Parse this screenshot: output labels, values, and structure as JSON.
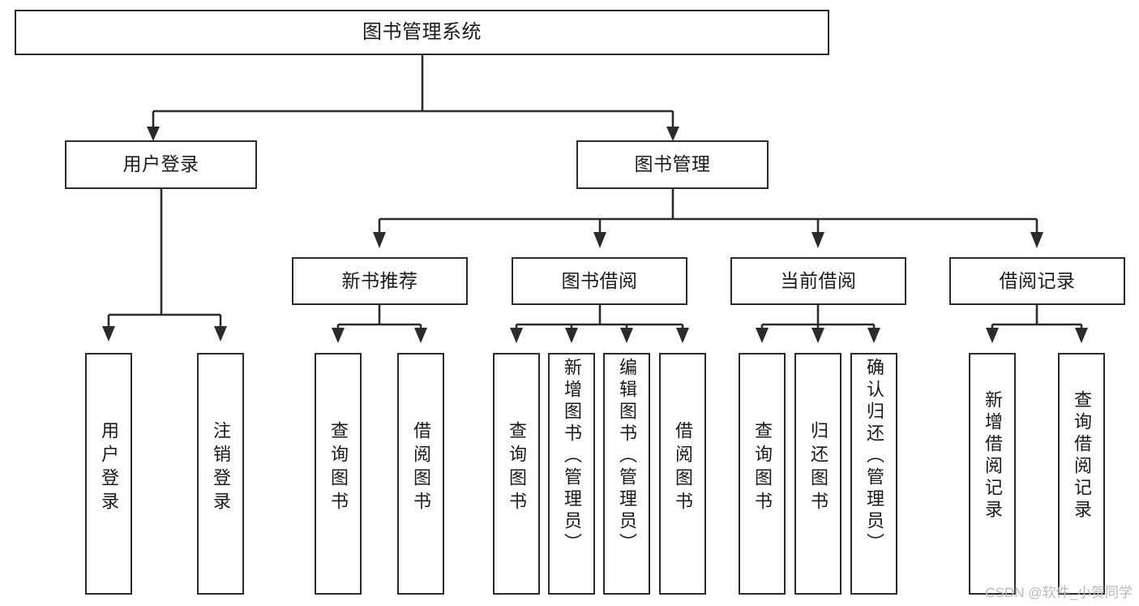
{
  "diagram": {
    "type": "tree",
    "title": "图书管理系统",
    "orientation": "top-down",
    "levels": 4,
    "root": {
      "id": "root",
      "label": "图书管理系统"
    },
    "level2": [
      {
        "id": "user-login",
        "label": "用户登录"
      },
      {
        "id": "book-manage",
        "label": "图书管理"
      }
    ],
    "level3": [
      {
        "id": "new-book-recommend",
        "label": "新书推荐",
        "parent": "book-manage"
      },
      {
        "id": "book-borrow",
        "label": "图书借阅",
        "parent": "book-manage"
      },
      {
        "id": "current-borrow",
        "label": "当前借阅",
        "parent": "book-manage"
      },
      {
        "id": "borrow-record",
        "label": "借阅记录",
        "parent": "book-manage"
      }
    ],
    "leaves": [
      {
        "id": "leaf-user-login",
        "label": "用户登录",
        "parent": "user-login"
      },
      {
        "id": "leaf-logout",
        "label": "注销登录",
        "parent": "user-login"
      },
      {
        "id": "leaf-query-book-1",
        "label": "查询图书",
        "parent": "new-book-recommend"
      },
      {
        "id": "leaf-borrow-book-1",
        "label": "借阅图书",
        "parent": "new-book-recommend"
      },
      {
        "id": "leaf-query-book-2",
        "label": "查询图书",
        "parent": "book-borrow"
      },
      {
        "id": "leaf-add-book",
        "label": "新增图书（管理员）",
        "parent": "book-borrow"
      },
      {
        "id": "leaf-edit-book",
        "label": "编辑图书（管理员）",
        "parent": "book-borrow"
      },
      {
        "id": "leaf-borrow-book-2",
        "label": "借阅图书",
        "parent": "book-borrow"
      },
      {
        "id": "leaf-query-book-3",
        "label": "查询图书",
        "parent": "current-borrow"
      },
      {
        "id": "leaf-return-book",
        "label": "归还图书",
        "parent": "current-borrow"
      },
      {
        "id": "leaf-confirm-return",
        "label": "确认归还（管理员）",
        "parent": "current-borrow"
      },
      {
        "id": "leaf-add-record",
        "label": "新增借阅记录",
        "parent": "borrow-record"
      },
      {
        "id": "leaf-query-record",
        "label": "查询借阅记录",
        "parent": "borrow-record"
      }
    ]
  },
  "watermark": {
    "text": "CSDN @软件_小贺同学"
  },
  "colors": {
    "stroke": "#2b2b2b",
    "background": "#ffffff",
    "text": "#1a1a1a",
    "watermark": "#b9b9b9"
  }
}
